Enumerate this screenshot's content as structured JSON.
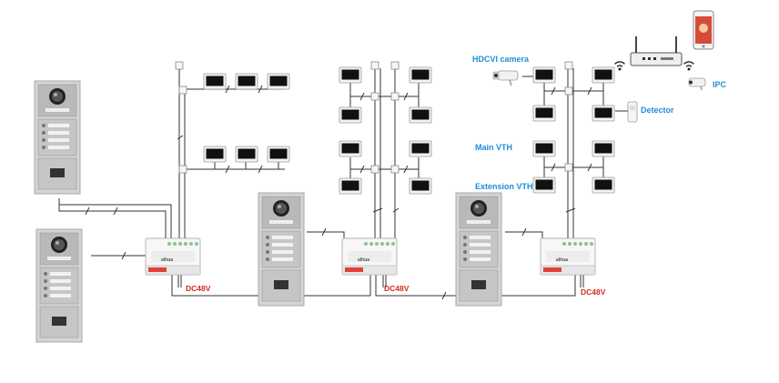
{
  "labels": {
    "hdcvi_camera": "HDCVI camera",
    "ipc": "IPC",
    "detector": "Detector",
    "main_vth": "Main VTH",
    "extension_vth": "Extension VTH",
    "power_1": "DC48V",
    "power_2": "DC48V",
    "power_3": "DC48V"
  },
  "brand": "alhua",
  "icons": [
    "door-station-icon",
    "switch-icon",
    "monitor-icon",
    "router-icon",
    "smartphone-icon",
    "camera-icon",
    "wifi-icon",
    "detector-icon"
  ],
  "colors": {
    "label_blue": "#1f8ed6",
    "label_red": "#d42a1f",
    "accent_red": "#e0423a",
    "line": "#333333"
  }
}
